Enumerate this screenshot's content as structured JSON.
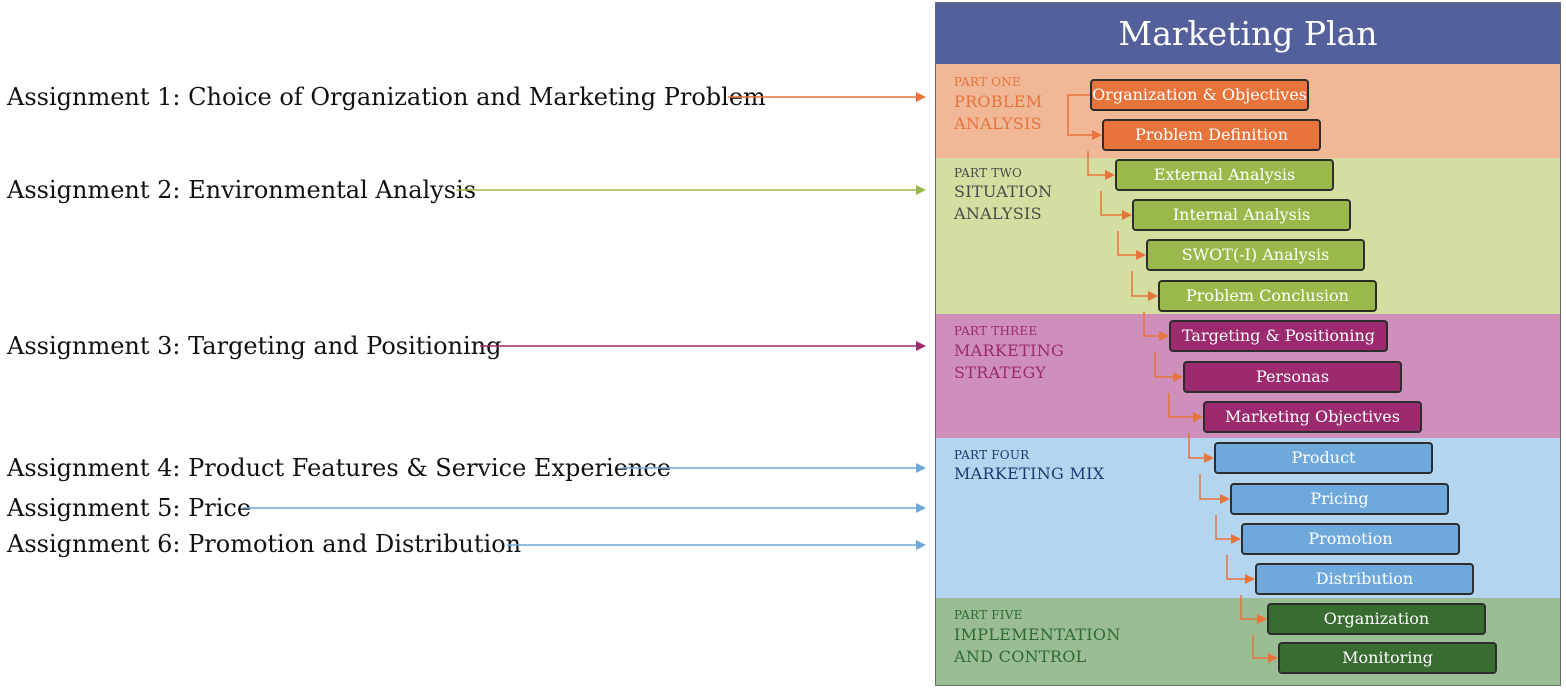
{
  "assignments": [
    {
      "text": "Assignment 1: Choice of Organization and Marketing Problem",
      "color": "#e8733b"
    },
    {
      "text": "Assignment 2: Environmental Analysis",
      "color": "#9bb94a"
    },
    {
      "text": "Assignment 3: Targeting and Positioning",
      "color": "#9b2a6f"
    },
    {
      "text": "Assignment 4: Product Features & Service Experience",
      "color": "#6fa9dc"
    },
    {
      "text": "Assignment 5: Price",
      "color": "#6fa9dc"
    },
    {
      "text": "Assignment 6: Promotion and Distribution",
      "color": "#6fa9dc"
    }
  ],
  "plan": {
    "title": "Marketing Plan",
    "parts": [
      {
        "label": "PART ONE",
        "title_lines": [
          "PROBLEM",
          "ANALYSIS"
        ],
        "band_color": "#f0b897",
        "text_color": "#e8733b",
        "box_color": "#e8733b"
      },
      {
        "label": "PART TWO",
        "title_lines": [
          "SITUATION",
          "ANALYSIS"
        ],
        "band_color": "#d3dea0",
        "text_color": "#4a4a4a",
        "box_color": "#9bb94a"
      },
      {
        "label": "PART THREE",
        "title_lines": [
          "MARKETING",
          "STRATEGY"
        ],
        "band_color": "#cf8fbb",
        "text_color": "#9b2a6f",
        "box_color": "#9b2a6f"
      },
      {
        "label": "PART FOUR",
        "title_lines": [
          "MARKETING MIX"
        ],
        "band_color": "#b4d5f0",
        "text_color": "#1f3a70",
        "box_color": "#6fa9dc"
      },
      {
        "label": "PART FIVE",
        "title_lines": [
          "IMPLEMENTATION",
          "AND CONTROL"
        ],
        "band_color": "#9bbd95",
        "text_color": "#2f6b30",
        "box_color": "#386c31"
      }
    ],
    "steps": [
      {
        "text": "Organization & Objectives",
        "part": 0
      },
      {
        "text": "Problem Definition",
        "part": 0
      },
      {
        "text": "External Analysis",
        "part": 1
      },
      {
        "text": "Internal Analysis",
        "part": 1
      },
      {
        "text": "SWOT(-I) Analysis",
        "part": 1
      },
      {
        "text": "Problem Conclusion",
        "part": 1
      },
      {
        "text": "Targeting & Positioning",
        "part": 2
      },
      {
        "text": "Personas",
        "part": 2
      },
      {
        "text": "Marketing Objectives",
        "part": 2
      },
      {
        "text": "Product",
        "part": 3
      },
      {
        "text": "Pricing",
        "part": 3
      },
      {
        "text": "Promotion",
        "part": 3
      },
      {
        "text": "Distribution",
        "part": 3
      },
      {
        "text": "Organization",
        "part": 4
      },
      {
        "text": "Monitoring",
        "part": 4
      }
    ],
    "connector_color": "#e8733b"
  }
}
